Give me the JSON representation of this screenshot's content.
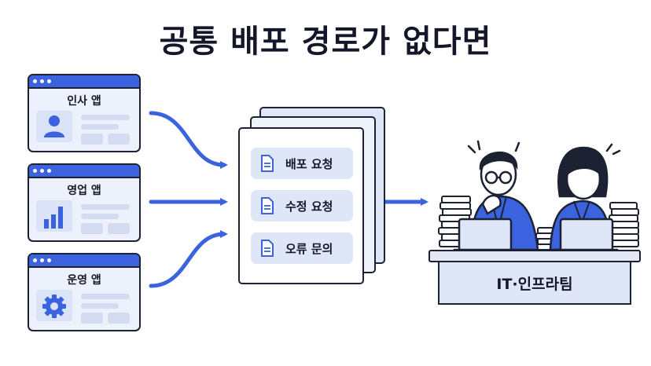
{
  "title": "공통 배포 경로가 없다면",
  "apps": [
    {
      "name": "인사 앱",
      "icon": "person-icon"
    },
    {
      "name": "영업 앱",
      "icon": "bar-chart-icon"
    },
    {
      "name": "운영 앱",
      "icon": "gear-icon"
    }
  ],
  "requests": [
    "배포 요청",
    "수정 요청",
    "오류 문의"
  ],
  "team_label": "IT·인프라팀",
  "colors": {
    "accent": "#3b63e0",
    "light": "#dfe6f8",
    "outline": "#1d2233"
  }
}
